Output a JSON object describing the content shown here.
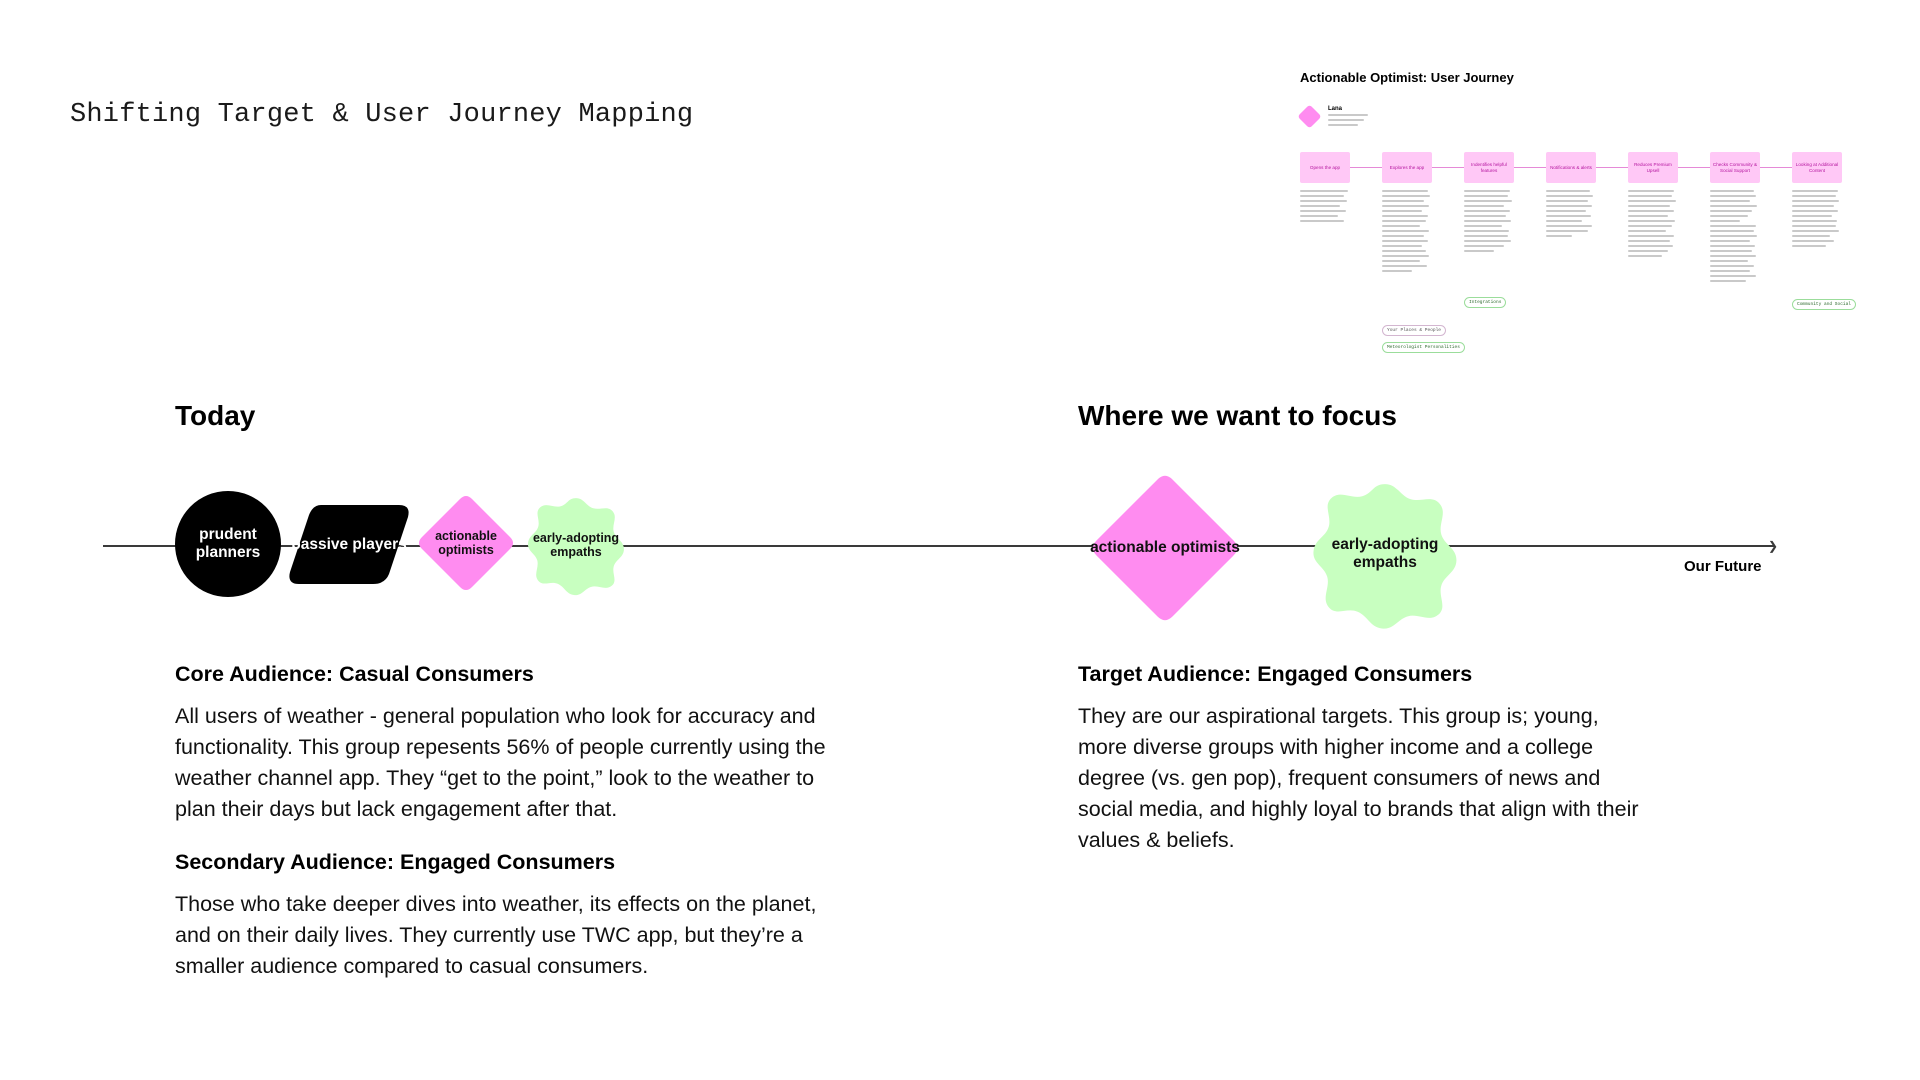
{
  "page": {
    "title": "Shifting Target & User Journey Mapping"
  },
  "journey": {
    "title": "Actionable Optimist: User Journey",
    "persona_name": "Lana",
    "steps": [
      "Opens the app",
      "Explores the app",
      "Indentifies helpful features",
      "Notifications & alerts",
      "Reduces Premium Upsell",
      "Checks Community & Social Support",
      "Looking at Additional Content"
    ],
    "tags": [
      "Your Places & People",
      "Meteorologist Personalities",
      "Integrations",
      "Community and Social"
    ]
  },
  "today": {
    "heading": "Today",
    "segments": {
      "prudent_planners": "prudent planners",
      "passive_players": "passive players",
      "actionable_optimists": "actionable optimists",
      "early_adopting_empaths": "early-adopting empaths"
    }
  },
  "focus": {
    "heading": "Where we want to focus",
    "segments": {
      "actionable_optimists": "actionable optimists",
      "early_adopting_empaths": "early-adopting empaths"
    },
    "timeline_end_label": "Our Future"
  },
  "core_audience": {
    "heading": "Core Audience: Casual Consumers",
    "body": "All users of weather - general population who look for accuracy and functionality. This group repesents 56% of people currently using the weather channel app. They “get to the point,” look to the weather to plan their days but lack engagement after that."
  },
  "secondary_audience": {
    "heading": "Secondary Audience: Engaged Consumers",
    "body": "Those who take deeper dives into weather, its effects on the planet, and on their daily lives. They currently use TWC app, but they’re a smaller audience compared to casual consumers."
  },
  "target_audience": {
    "heading": "Target Audience: Engaged Consumers",
    "body": "They are our aspirational targets. This group is; young, more diverse groups with higher income and a college degree (vs. gen pop), frequent consumers of news and social media, and highly loyal to brands that align with their values & beliefs."
  },
  "colors": {
    "pink": "#ff8cf0",
    "green": "#c8ffc0",
    "black": "#000000",
    "light_pink": "#ffc8f6"
  }
}
